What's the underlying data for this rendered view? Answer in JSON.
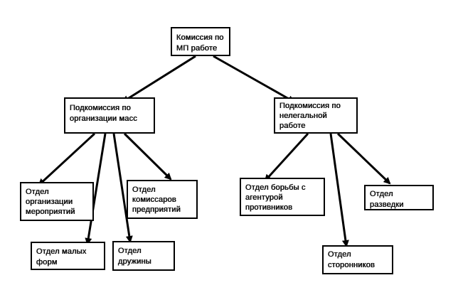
{
  "diagram": {
    "nodes": {
      "root": {
        "lines": [
          "Комиссия по",
          "МП работе"
        ]
      },
      "mass": {
        "lines": [
          "Подкомиссия по",
          "организации масс"
        ]
      },
      "illegal": {
        "lines": [
          "Подкомиссия по",
          "нелегальной",
          "работе"
        ]
      },
      "events": {
        "lines": [
          "Отдел",
          "организации",
          "мероприятий"
        ]
      },
      "small": {
        "lines": [
          "Отдел малых",
          "форм"
        ]
      },
      "druzhiny": {
        "lines": [
          "Отдел",
          "дружины"
        ]
      },
      "commiss": {
        "lines": [
          "Отдел",
          "комиссаров",
          "предприятий"
        ]
      },
      "agents": {
        "lines": [
          "Отдел борьбы с",
          "агентурой",
          "противников"
        ]
      },
      "support": {
        "lines": [
          "Отдел",
          "сторонников"
        ]
      },
      "recon": {
        "lines": [
          "Отдел",
          "разведки"
        ]
      }
    },
    "edges": [
      {
        "from": "root",
        "to": "mass"
      },
      {
        "from": "root",
        "to": "illegal"
      },
      {
        "from": "mass",
        "to": "events"
      },
      {
        "from": "mass",
        "to": "small"
      },
      {
        "from": "mass",
        "to": "druzhiny"
      },
      {
        "from": "mass",
        "to": "commiss"
      },
      {
        "from": "illegal",
        "to": "agents"
      },
      {
        "from": "illegal",
        "to": "support"
      },
      {
        "from": "illegal",
        "to": "recon"
      }
    ]
  }
}
